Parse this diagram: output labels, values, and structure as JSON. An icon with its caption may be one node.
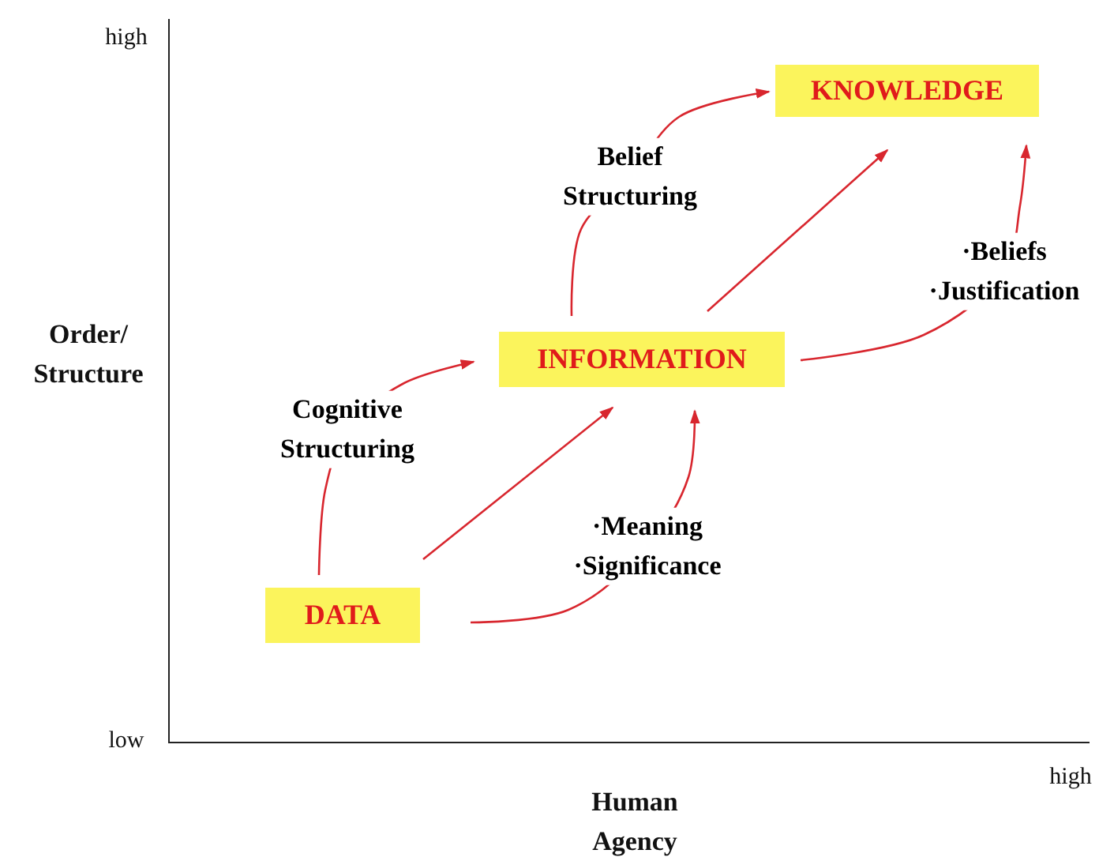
{
  "diagram": {
    "nodes": [
      {
        "text": [
          "DATA"
        ]
      },
      {
        "text": [
          "INFORMATION"
        ]
      },
      {
        "text": [
          "KNOWLEDGE"
        ]
      }
    ],
    "edges": [
      {
        "from": 0,
        "to": 1,
        "arrow": "to"
      },
      {
        "from": 0,
        "to": 1,
        "arrow": "to",
        "label": "Cognitive Structuring"
      },
      {
        "from": 0,
        "to": 1,
        "arrow": "to",
        "label": "·Meaning ·Significance"
      },
      {
        "from": 1,
        "to": 2,
        "arrow": "to"
      },
      {
        "from": 1,
        "to": 2,
        "arrow": "to",
        "label": "Belief Structuring"
      },
      {
        "from": 1,
        "to": 2,
        "arrow": "to",
        "label": "·Beliefs ·Justification"
      }
    ],
    "labels": [
      "high",
      "Order/ Structure",
      "low",
      "high",
      "Human Agency"
    ]
  }
}
